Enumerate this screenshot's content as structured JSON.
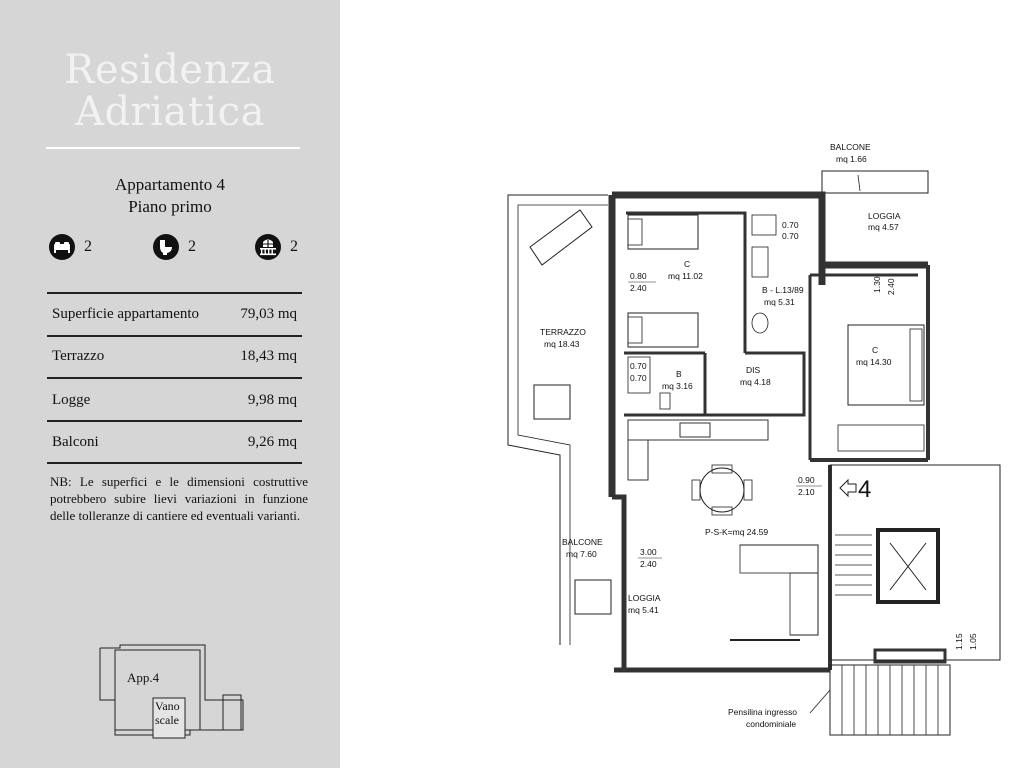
{
  "brand": {
    "line1": "Residenza",
    "line2": "Adriatica"
  },
  "apartment": {
    "name": "Appartamento 4",
    "floor": "Piano primo"
  },
  "features": [
    {
      "icon": "bed-icon",
      "count": "2"
    },
    {
      "icon": "toilet-icon",
      "count": "2"
    },
    {
      "icon": "balcony-icon",
      "count": "2"
    }
  ],
  "areas": [
    {
      "label": "Superficie appartamento",
      "value": "79,03 mq"
    },
    {
      "label": "Terrazzo",
      "value": "18,43 mq"
    },
    {
      "label": "Logge",
      "value": "9,98 mq"
    },
    {
      "label": "Balconi",
      "value": "9,26 mq"
    }
  ],
  "note": "NB: Le superfici e le dimensioni costruttive potrebbero subire lievi variazioni in funzione delle tolleranze di cantiere ed eventuali varianti.",
  "keyplan": {
    "apartment": "App.4",
    "stairs_line1": "Vano",
    "stairs_line2": "scale"
  },
  "plan": {
    "balcony_top": {
      "name": "BALCONE",
      "area": "mq 1.66"
    },
    "loggia_top": {
      "name": "LOGGIA",
      "area": "mq 4.57"
    },
    "bedroom1": {
      "name": "C",
      "area": "mq 11.02"
    },
    "bedroom2": {
      "name": "C",
      "area": "mq 14.30"
    },
    "bath_main": {
      "name": "B - L.13/89",
      "area": "mq 5.31"
    },
    "bath_small": {
      "name": "B",
      "area": "mq 3.16"
    },
    "hall": {
      "name": "DIS",
      "area": "mq 4.18"
    },
    "terrace": {
      "name": "TERRAZZO",
      "area": "mq 18.43"
    },
    "living": {
      "name": "P-S-K=mq 24.59"
    },
    "balcony_left": {
      "name": "BALCONE",
      "area": "mq 7.60"
    },
    "loggia_left": {
      "name": "LOGGIA",
      "area": "mq 5.41"
    },
    "unit_number": "4",
    "canopy": {
      "line1": "Pensilina ingresso",
      "line2": "condominiale"
    },
    "dims": {
      "d1_top": "0.80",
      "d1_bot": "2.40",
      "d2_top": "0.70",
      "d2_bot": "0.70",
      "d3_top": "0.70",
      "d3_bot": "0.70",
      "d4_top": "1.30",
      "d4_bot": "2.40",
      "d5_top": "0.90",
      "d5_bot": "2.10",
      "d6_top": "3.00",
      "d6_bot": "2.40",
      "d7_top": "1.15",
      "d7_bot": "1.05"
    }
  }
}
